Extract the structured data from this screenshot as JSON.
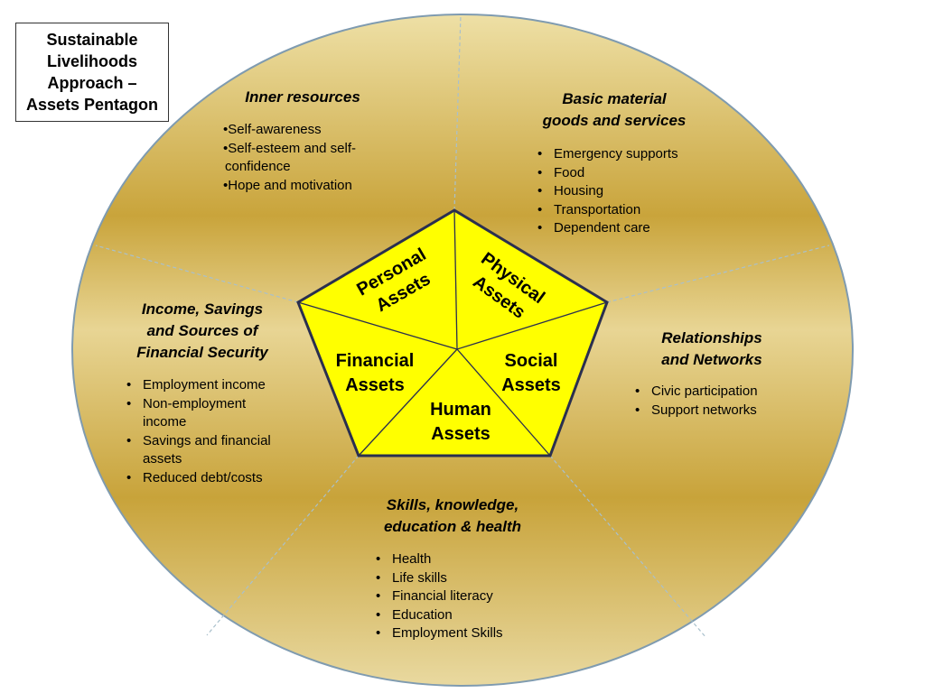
{
  "title": [
    "Sustainable",
    "Livelihoods",
    "Approach –",
    "Assets Pentagon"
  ],
  "colors": {
    "ellipse_gold": "#c9a53c",
    "ellipse_light": "#ecdda0",
    "ellipse_border": "#7f9bb0",
    "pentagon_fill": "#ffff00",
    "pentagon_stroke": "#2a2f4f"
  },
  "pentagon": {
    "personal": [
      "Personal",
      "Assets"
    ],
    "physical": [
      "Physical",
      "Assets"
    ],
    "financial": [
      "Financial",
      "Assets"
    ],
    "social": [
      "Social",
      "Assets"
    ],
    "human": [
      "Human",
      "Assets"
    ]
  },
  "sections": {
    "inner_resources": {
      "heading": [
        "Inner resources"
      ],
      "items": [
        "Self-awareness",
        "Self-esteem and self-",
        "confidence",
        "Hope and motivation"
      ]
    },
    "basic_material": {
      "heading": [
        "Basic material",
        "goods and services"
      ],
      "items": [
        "Emergency supports",
        "Food",
        "Housing",
        "Transportation",
        "Dependent care"
      ]
    },
    "income": {
      "heading": [
        "Income, Savings",
        "and Sources of",
        "Financial Security"
      ],
      "items": [
        "Employment income",
        "Non-employment income",
        "Savings and financial assets",
        "Reduced debt/costs"
      ]
    },
    "relationships": {
      "heading": [
        "Relationships",
        "and Networks"
      ],
      "items": [
        "Civic participation",
        "Support networks"
      ]
    },
    "skills": {
      "heading": [
        "Skills, knowledge,",
        "education & health"
      ],
      "items": [
        "Health",
        "Life skills",
        "Financial literacy",
        "Education",
        "Employment Skills"
      ]
    }
  }
}
